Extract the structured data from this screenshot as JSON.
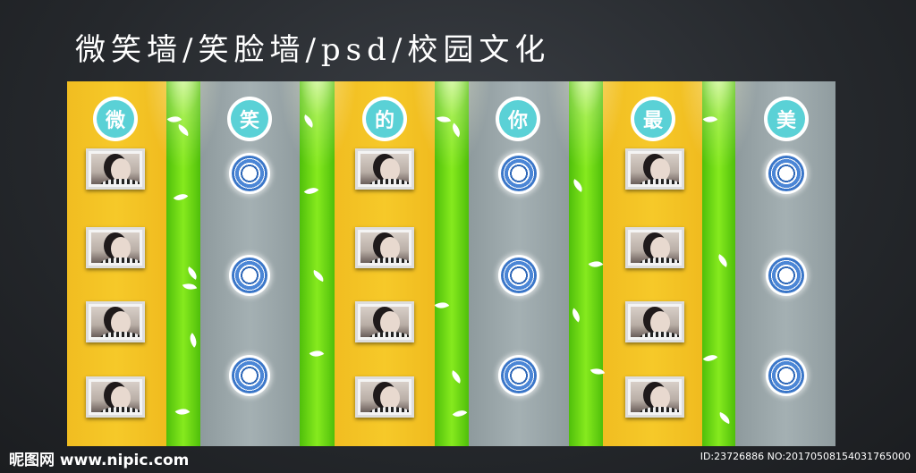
{
  "title": "微笑墙/笑脸墙/psd/校园文化",
  "characters": [
    "微",
    "笑",
    "的",
    "你",
    "最",
    "美"
  ],
  "footer": {
    "site": "昵图网 www.nipic.com",
    "id_text": "ID:23726886 NO:20170508154031765000"
  },
  "colors": {
    "yellow": "#f4c425",
    "gray": "#9aa6a9",
    "green": "#6fd816",
    "circle": "#5ad1d6",
    "background": "#2a2d31"
  }
}
